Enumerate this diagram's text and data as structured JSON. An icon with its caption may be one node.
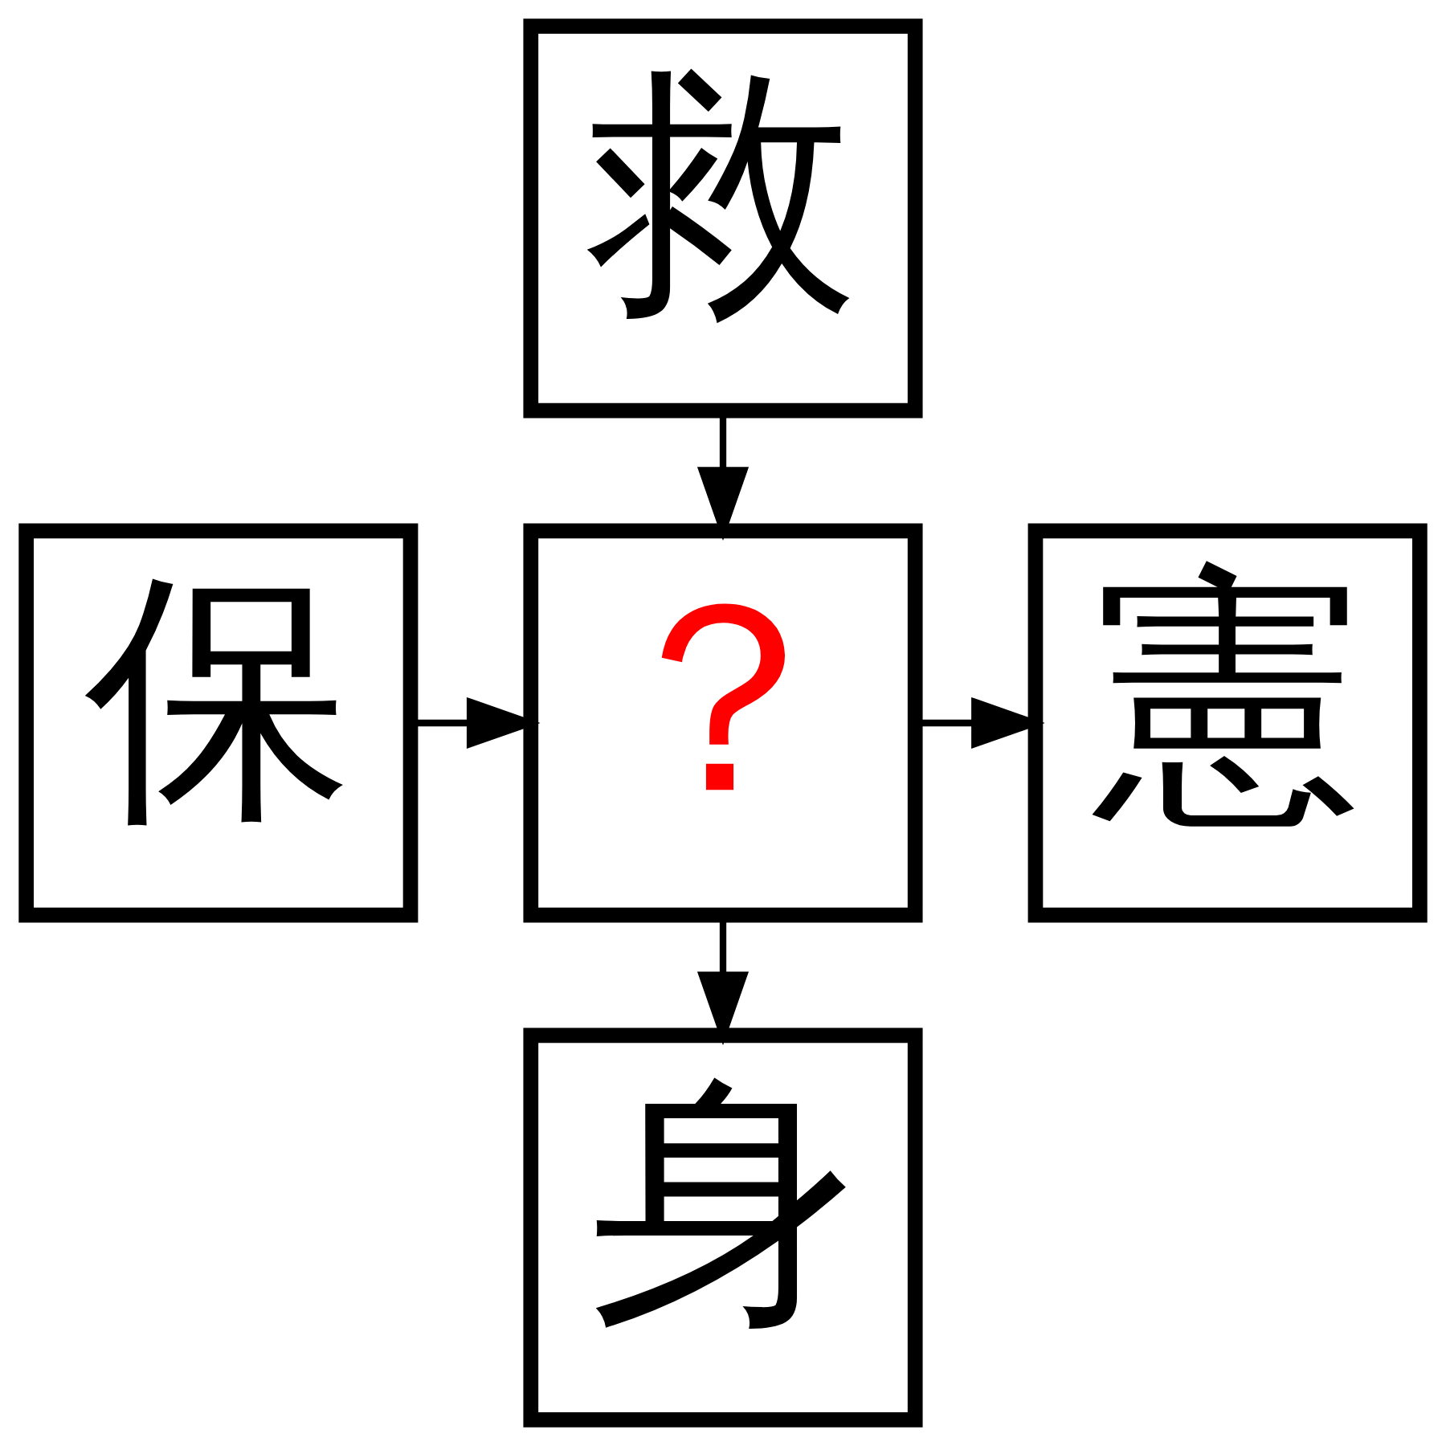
{
  "diagram": {
    "nodes": [
      {
        "text": [
          "救"
        ]
      },
      {
        "text": [
          "保"
        ]
      },
      {
        "text": [
          "？"
        ]
      },
      {
        "text": [
          "憲"
        ]
      },
      {
        "text": [
          "身"
        ]
      }
    ],
    "edges": [
      {
        "from": 0,
        "to": 2,
        "arrow": "to"
      },
      {
        "from": 1,
        "to": 2,
        "arrow": "to"
      },
      {
        "from": 2,
        "to": 3,
        "arrow": "to"
      },
      {
        "from": 2,
        "to": 4,
        "arrow": "to"
      }
    ]
  }
}
